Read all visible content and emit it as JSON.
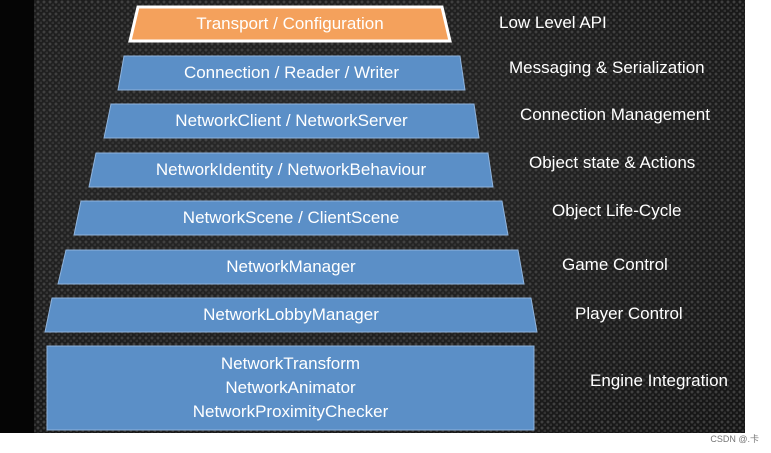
{
  "layers": [
    {
      "label": "Transport / Configuration",
      "role": "Low Level API",
      "color": "#f4a15c"
    },
    {
      "label": "Connection / Reader / Writer",
      "role": "Messaging & Serialization",
      "color": "#5b8fc7"
    },
    {
      "label": "NetworkClient / NetworkServer",
      "role": "Connection Management",
      "color": "#5b8fc7"
    },
    {
      "label": "NetworkIdentity / NetworkBehaviour",
      "role": "Object state & Actions",
      "color": "#5b8fc7"
    },
    {
      "label": "NetworkScene / ClientScene",
      "role": "Object Life-Cycle",
      "color": "#5b8fc7"
    },
    {
      "label": "NetworkManager",
      "role": "Game Control",
      "color": "#5b8fc7"
    },
    {
      "label": "NetworkLobbyManager",
      "role": "Player Control",
      "color": "#5b8fc7"
    }
  ],
  "base_layer": {
    "lines": [
      "NetworkTransform",
      "NetworkAnimator",
      "NetworkProximityChecker"
    ],
    "role": "Engine Integration",
    "color": "#5b8fc7"
  },
  "watermark": "CSDN @.卡"
}
